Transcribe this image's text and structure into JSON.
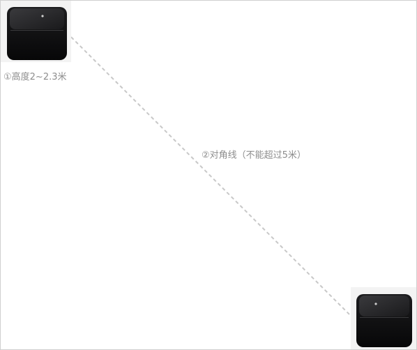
{
  "diagram": {
    "labels": {
      "height_label": "①高度2~2.3米",
      "diagonal_label": "②对角线（不能超过5米）"
    },
    "devices": [
      {
        "name": "sensor-cube-top-left",
        "icon": "sensor-device-icon"
      },
      {
        "name": "sensor-cube-bottom-right",
        "icon": "sensor-device-icon"
      }
    ],
    "colors": {
      "device_body": "#0d0d0f",
      "device_top": "#2b2b2d",
      "tile_background": "#f3f3f3",
      "dashed_line": "#c8c8c8",
      "label_text": "#8d8d8d",
      "frame_border": "#cfcfcf"
    }
  }
}
